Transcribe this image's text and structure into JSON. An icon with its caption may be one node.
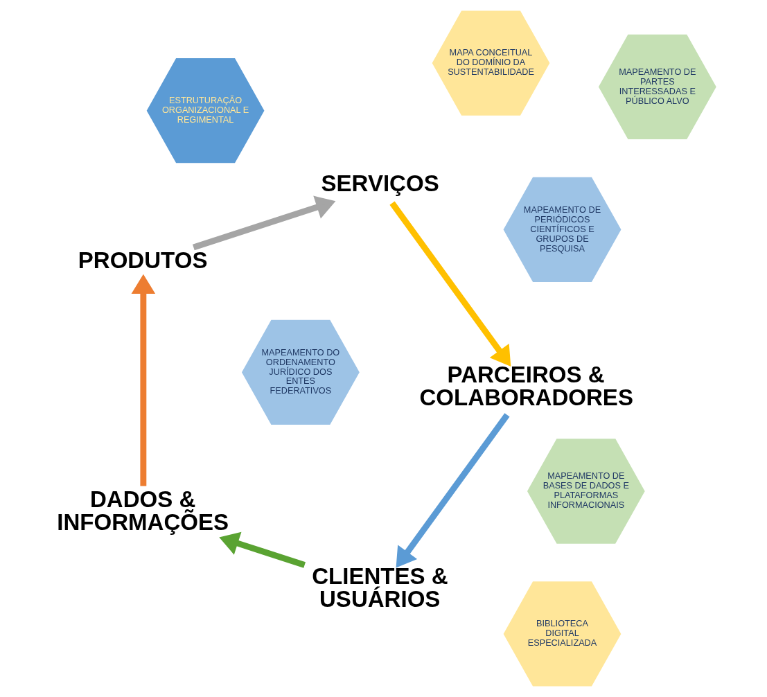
{
  "diagram": {
    "nodes": [
      {
        "text": [
          "CLIENTES & USUÁRIOS"
        ]
      },
      {
        "text": [
          "DADOS & INFORMAÇÕES"
        ]
      },
      {
        "text": [
          "PRODUTOS"
        ]
      },
      {
        "text": [
          "SERVIÇOS"
        ]
      },
      {
        "text": [
          "PARCEIROS & COLABORADORES"
        ]
      },
      {
        "text": [
          "MAPEAMENTO DO ORDENAMENTO JURÍDICO DOS ENTES FEDERATIVOS"
        ]
      },
      {
        "text": [
          "MAPEAMENTO DE PERIÓDICOS CIENTÍFICOS E GRUPOS DE PESQUISA"
        ]
      },
      {
        "text": [
          "MAPEAMENTO DE BASES DE DADOS E PLATAFORMAS INFORMACIONAIS"
        ]
      },
      {
        "text": [
          "ESTRUTURAÇÃO ORGANIZACIONAL E REGIMENTAL"
        ]
      },
      {
        "text": [
          "MAPEAMENTO DE PARTES INTERESSADAS E PÚBLICO ALVO"
        ]
      },
      {
        "text": [
          "MAPA CONCEITUAL DO DOMÍNIO DA SUSTENTABILIDADE"
        ]
      },
      {
        "text": [
          "BIBLIOTECA DIGITAL ESPECIALIZADA"
        ]
      }
    ],
    "edges": [
      {
        "from": 0,
        "to": 1,
        "arrow": "to",
        "color": "#5aa332"
      },
      {
        "from": 1,
        "to": 2,
        "arrow": "to",
        "color": "#ed7d31"
      },
      {
        "from": 2,
        "to": 3,
        "arrow": "to",
        "color": "#a5a5a5"
      },
      {
        "from": 3,
        "to": 4,
        "arrow": "to",
        "color": "#ffc000"
      },
      {
        "from": 4,
        "to": 0,
        "arrow": "to",
        "color": "#5b9bd5"
      }
    ]
  }
}
